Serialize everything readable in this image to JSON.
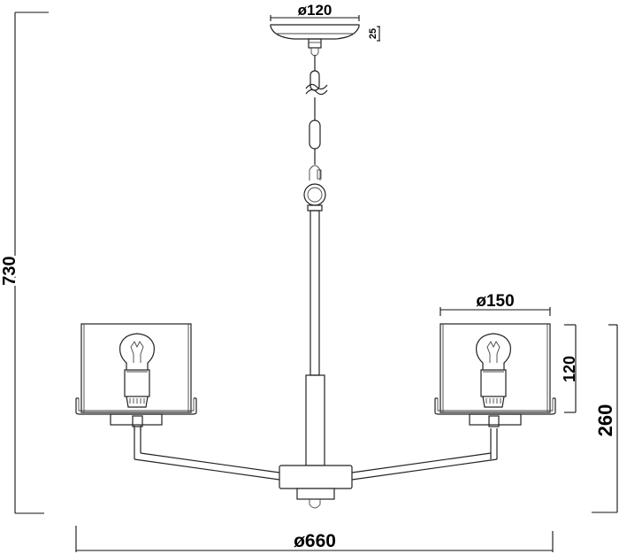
{
  "drawing": {
    "title": "Chandelier dimension drawing",
    "line_color": "#222222",
    "background": "#ffffff"
  },
  "dimensions": {
    "canopy_diameter": "ø120",
    "canopy_height": "25",
    "total_height": "730",
    "shade_diameter": "ø150",
    "shade_height": "120",
    "arm_height": "260",
    "overall_diameter": "ø660"
  },
  "components": [
    "ceiling-canopy",
    "chain",
    "ring-hook",
    "stem",
    "center-body",
    "left-arm",
    "right-arm",
    "left-shade",
    "right-shade",
    "left-bulb",
    "right-bulb",
    "finial"
  ]
}
